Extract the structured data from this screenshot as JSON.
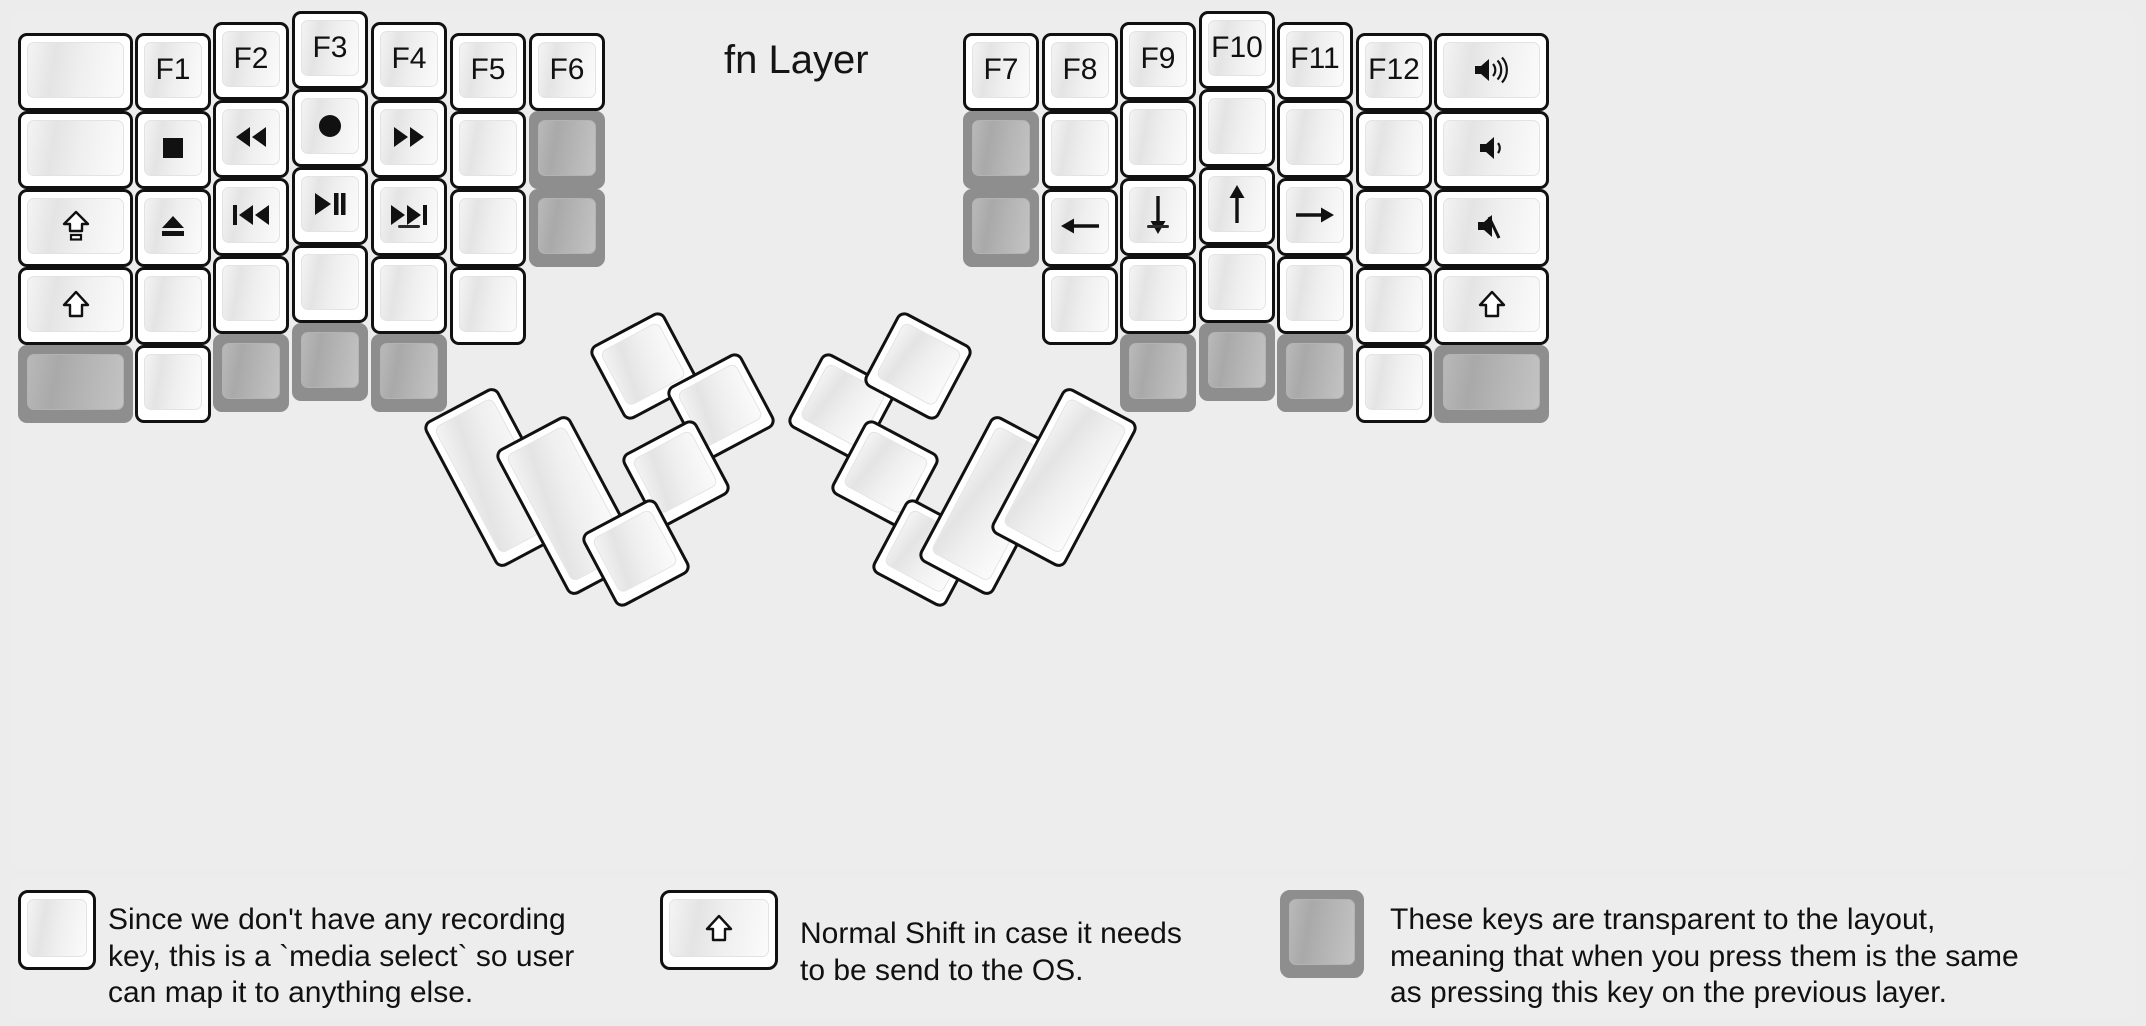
{
  "title": "fn Layer",
  "colors": {
    "background": "#ececec",
    "panel": "#ededed",
    "key_fill": "#ffffff",
    "key_border": "#111111",
    "transparent_key": "#8e8e8e",
    "text": "#111111"
  },
  "legend": [
    {
      "key_icon": "record-icon",
      "key_label": "",
      "text": "Since we don't have any recording\nkey, this is a `media select` so user\ncan map it to anything else."
    },
    {
      "key_icon": "shift-icon",
      "key_label": "",
      "text": "Normal Shift in case it needs\nto be send to the OS."
    },
    {
      "key_icon": "transparent-icon",
      "key_label": "",
      "text": "These keys are transparent to the layout,\nmeaning that when you press them is the same\nas pressing this key on the previous layer."
    }
  ],
  "left_half": {
    "columns": [
      {
        "name": "col-outer",
        "keys": [
          {
            "label": "",
            "icon": "",
            "state": "normal"
          },
          {
            "label": "",
            "icon": "",
            "state": "normal"
          },
          {
            "label": "",
            "icon": "caps-lock-icon",
            "state": "normal"
          },
          {
            "label": "",
            "icon": "shift-icon",
            "state": "normal"
          },
          {
            "label": "",
            "icon": "",
            "state": "transparent"
          }
        ]
      },
      {
        "name": "col-pinky",
        "keys": [
          {
            "label": "F1",
            "icon": "",
            "state": "normal"
          },
          {
            "label": "",
            "icon": "media-stop-icon",
            "state": "normal"
          },
          {
            "label": "",
            "icon": "media-eject-icon",
            "state": "normal"
          },
          {
            "label": "",
            "icon": "",
            "state": "normal"
          },
          {
            "label": "",
            "icon": "",
            "state": "normal"
          }
        ]
      },
      {
        "name": "col-ring",
        "keys": [
          {
            "label": "F2",
            "icon": "",
            "state": "normal"
          },
          {
            "label": "",
            "icon": "media-rewind-icon",
            "state": "normal"
          },
          {
            "label": "",
            "icon": "media-previous-icon",
            "state": "normal"
          },
          {
            "label": "",
            "icon": "",
            "state": "normal"
          },
          {
            "label": "",
            "icon": "",
            "state": "transparent"
          }
        ]
      },
      {
        "name": "col-middle",
        "keys": [
          {
            "label": "F3",
            "icon": "",
            "state": "normal"
          },
          {
            "label": "",
            "icon": "media-record-icon",
            "state": "normal"
          },
          {
            "label": "",
            "icon": "media-play-pause-icon",
            "state": "normal"
          },
          {
            "label": "",
            "icon": "",
            "state": "normal"
          },
          {
            "label": "",
            "icon": "",
            "state": "transparent"
          }
        ]
      },
      {
        "name": "col-index",
        "keys": [
          {
            "label": "F4",
            "icon": "",
            "state": "normal"
          },
          {
            "label": "",
            "icon": "media-fast-forward-icon",
            "state": "normal"
          },
          {
            "label": "",
            "icon": "media-next-icon",
            "state": "normal",
            "homing": true
          },
          {
            "label": "",
            "icon": "",
            "state": "normal"
          },
          {
            "label": "",
            "icon": "",
            "state": "transparent"
          }
        ]
      },
      {
        "name": "col-inner",
        "keys": [
          {
            "label": "F5",
            "icon": "",
            "state": "normal"
          },
          {
            "label": "",
            "icon": "",
            "state": "normal"
          },
          {
            "label": "",
            "icon": "",
            "state": "normal"
          },
          {
            "label": "",
            "icon": "",
            "state": "normal"
          }
        ]
      },
      {
        "name": "col-extra",
        "keys": [
          {
            "label": "F6",
            "icon": "",
            "state": "normal"
          },
          {
            "label": "",
            "icon": "",
            "state": "transparent"
          },
          {
            "label": "",
            "icon": "",
            "state": "transparent"
          }
        ]
      }
    ],
    "thumb_cluster": [
      {
        "label": "",
        "icon": "",
        "state": "normal",
        "size": "large"
      },
      {
        "label": "",
        "icon": "",
        "state": "normal",
        "size": "large"
      },
      {
        "label": "",
        "icon": "",
        "state": "normal",
        "size": "small"
      },
      {
        "label": "",
        "icon": "",
        "state": "normal",
        "size": "small"
      },
      {
        "label": "",
        "icon": "",
        "state": "normal",
        "size": "small"
      },
      {
        "label": "",
        "icon": "",
        "state": "normal",
        "size": "small"
      }
    ]
  },
  "right_half": {
    "columns": [
      {
        "name": "col-extra",
        "keys": [
          {
            "label": "F7",
            "icon": "",
            "state": "normal"
          },
          {
            "label": "",
            "icon": "",
            "state": "transparent"
          },
          {
            "label": "",
            "icon": "",
            "state": "transparent"
          }
        ]
      },
      {
        "name": "col-inner",
        "keys": [
          {
            "label": "F8",
            "icon": "",
            "state": "normal"
          },
          {
            "label": "",
            "icon": "",
            "state": "normal"
          },
          {
            "label": "",
            "icon": "arrow-left-icon",
            "state": "normal"
          },
          {
            "label": "",
            "icon": "",
            "state": "normal"
          }
        ]
      },
      {
        "name": "col-index",
        "keys": [
          {
            "label": "F9",
            "icon": "",
            "state": "normal"
          },
          {
            "label": "",
            "icon": "",
            "state": "normal"
          },
          {
            "label": "",
            "icon": "arrow-down-icon",
            "state": "normal",
            "homing": true
          },
          {
            "label": "",
            "icon": "",
            "state": "normal"
          },
          {
            "label": "",
            "icon": "",
            "state": "transparent"
          }
        ]
      },
      {
        "name": "col-middle",
        "keys": [
          {
            "label": "F10",
            "icon": "",
            "state": "normal"
          },
          {
            "label": "",
            "icon": "",
            "state": "normal"
          },
          {
            "label": "",
            "icon": "arrow-up-icon",
            "state": "normal"
          },
          {
            "label": "",
            "icon": "",
            "state": "normal"
          },
          {
            "label": "",
            "icon": "",
            "state": "transparent"
          }
        ]
      },
      {
        "name": "col-ring",
        "keys": [
          {
            "label": "F11",
            "icon": "",
            "state": "normal"
          },
          {
            "label": "",
            "icon": "",
            "state": "normal"
          },
          {
            "label": "",
            "icon": "arrow-right-icon",
            "state": "normal"
          },
          {
            "label": "",
            "icon": "",
            "state": "normal"
          },
          {
            "label": "",
            "icon": "",
            "state": "transparent"
          }
        ]
      },
      {
        "name": "col-pinky",
        "keys": [
          {
            "label": "F12",
            "icon": "",
            "state": "normal"
          },
          {
            "label": "",
            "icon": "",
            "state": "normal"
          },
          {
            "label": "",
            "icon": "",
            "state": "normal"
          },
          {
            "label": "",
            "icon": "",
            "state": "normal"
          },
          {
            "label": "",
            "icon": "",
            "state": "normal"
          }
        ]
      },
      {
        "name": "col-outer",
        "keys": [
          {
            "label": "",
            "icon": "volume-up-icon",
            "state": "normal"
          },
          {
            "label": "",
            "icon": "volume-down-icon",
            "state": "normal"
          },
          {
            "label": "",
            "icon": "volume-mute-icon",
            "state": "normal"
          },
          {
            "label": "",
            "icon": "shift-icon",
            "state": "normal"
          },
          {
            "label": "",
            "icon": "",
            "state": "transparent"
          }
        ]
      }
    ],
    "thumb_cluster": [
      {
        "label": "",
        "icon": "",
        "state": "normal",
        "size": "small"
      },
      {
        "label": "",
        "icon": "",
        "state": "normal",
        "size": "small"
      },
      {
        "label": "",
        "icon": "",
        "state": "normal",
        "size": "small"
      },
      {
        "label": "",
        "icon": "",
        "state": "normal",
        "size": "small"
      },
      {
        "label": "",
        "icon": "",
        "state": "normal",
        "size": "large"
      },
      {
        "label": "",
        "icon": "",
        "state": "normal",
        "size": "large"
      }
    ]
  }
}
